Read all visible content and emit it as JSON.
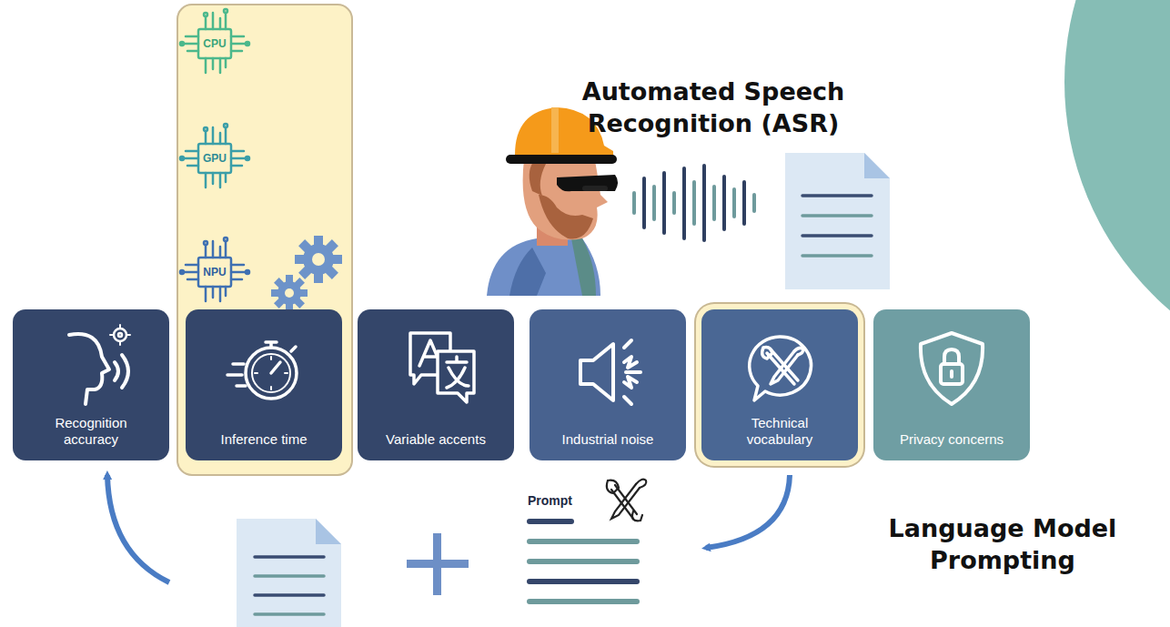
{
  "diagram": {
    "nodes": [
      {
        "text": [
          "Recognition accuracy"
        ]
      },
      {
        "text": [
          "Inference time"
        ]
      },
      {
        "text": [
          "Variable accents"
        ]
      },
      {
        "text": [
          "Industrial noise"
        ]
      },
      {
        "text": [
          "Technical vocabulary"
        ]
      },
      {
        "text": [
          "Privacy concerns"
        ]
      }
    ],
    "labels": [
      "CPU",
      "GPU",
      "NPU",
      "Automated Speech Recognition (ASR)",
      "Prompt",
      "Language Model Prompting"
    ]
  }
}
